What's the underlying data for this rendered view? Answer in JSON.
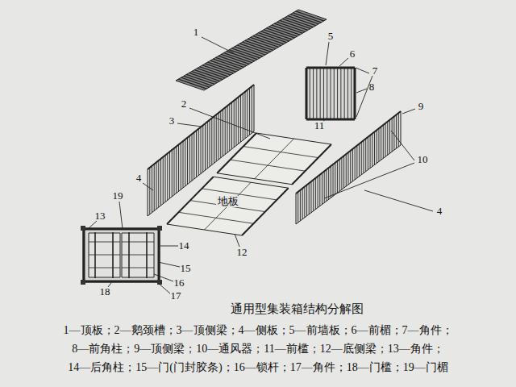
{
  "diagram": {
    "title": "通用型集装箱结构分解图",
    "labels": [
      "1",
      "2",
      "3",
      "4",
      "5",
      "6",
      "7",
      "8",
      "9",
      "10",
      "4",
      "11",
      "地板",
      "12",
      "19",
      "13",
      "14",
      "15",
      "16",
      "17",
      "18",
      "1—顶板；2—鹅颈槽；3—顶侧梁；4—侧板；5—前墙板；6—前楣；7—角件；",
      "8—前角柱；9—顶侧梁；10—通风器；11—前槛；12—底侧梁；13—角件；",
      "14—后角柱；15—门(门封胶条)；16—锁杆；17—角件；18—门槛；19—门楣"
    ]
  }
}
